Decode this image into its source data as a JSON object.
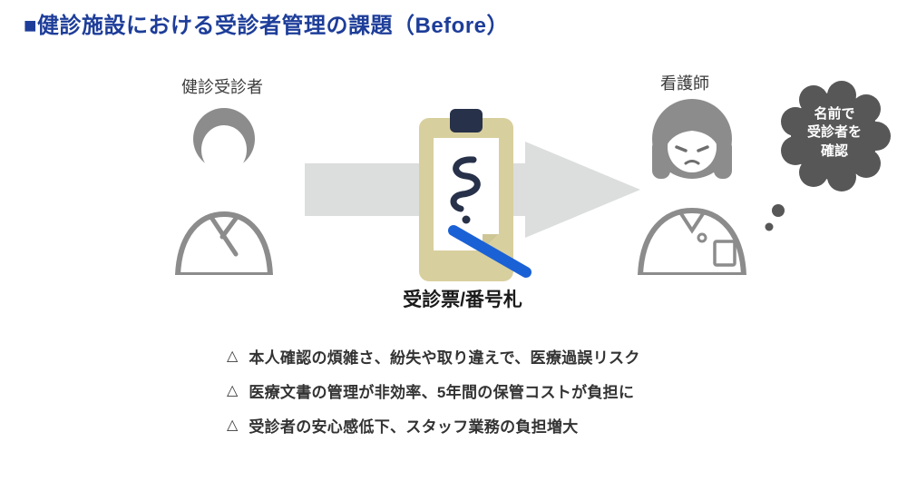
{
  "title": "■健診施設における受診者管理の課題（Before）",
  "diagram": {
    "examinee_label": "健診受診者",
    "nurse_label": "看護師",
    "item_label": "受診票/番号札",
    "thought_bubble": {
      "line1": "名前で",
      "line2": "受診者を",
      "line3": "確認"
    },
    "issue_marker": "△",
    "issues": [
      "本人確認の煩雑さ、紛失や取り違えで、医療過誤リスク",
      "医療文書の管理が非効率、5年間の保管コストが負担に",
      "受診者の安心感低下、スタッフ業務の負担増大"
    ]
  },
  "colors": {
    "title_blue": "#1d3d99",
    "silhouette_gray": "#8c8c8c",
    "arrow_gray": "#dcdddd",
    "clipboard_tan": "#d8cf9e",
    "clip_navy": "#273149",
    "pen_blue": "#1a61d6",
    "bubble_gray": "#575757",
    "issue_text": "#333333"
  }
}
